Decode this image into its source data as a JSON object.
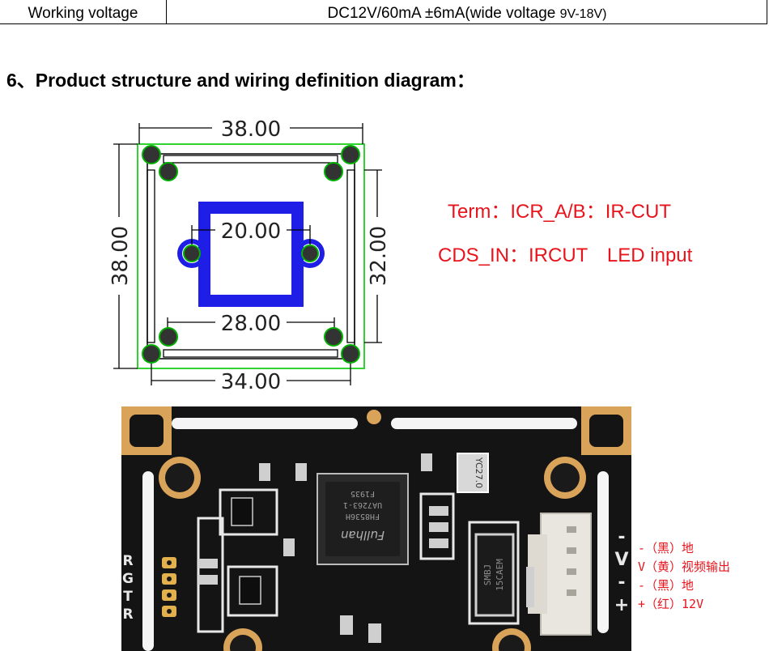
{
  "spec_row": {
    "label": "Working voltage",
    "value_main": "DC12V/60mA ±6mA(wide voltage ",
    "value_range": "9V-18V)"
  },
  "section": {
    "title": "6、Product structure and wiring definition diagram："
  },
  "dimensions": {
    "top_width": "38.00",
    "left_height": "38.00",
    "inner_square": "20.00",
    "right_height": "32.00",
    "bottom_inner": "28.00",
    "bottom_outer": "34.00"
  },
  "notes": {
    "line1": "Term：ICR_A/B：IR-CUT",
    "line2": "CDS_IN：IRCUT　LED input"
  },
  "board": {
    "silk_left": [
      "R",
      "G",
      "T",
      "R"
    ],
    "silk_right": [
      "-",
      "V",
      "-",
      "+"
    ],
    "crystal": "YC27.0",
    "chip_lines": [
      "F1935",
      "UA7263-1",
      "FH8536H"
    ],
    "chip_brand": "Fullhan",
    "reg_lines": [
      "SMBJ",
      "15CAEM"
    ]
  },
  "pin_labels": [
    "-（黑）地",
    "V（黄）视频输出",
    "-（黑）地",
    "+（红）12V"
  ],
  "colors": {
    "accent_red": "#e8141c",
    "outline_green": "#32d232",
    "lens_blue": "#1e1ee6",
    "pcb_black": "#141414",
    "copper": "#d9a35a"
  }
}
